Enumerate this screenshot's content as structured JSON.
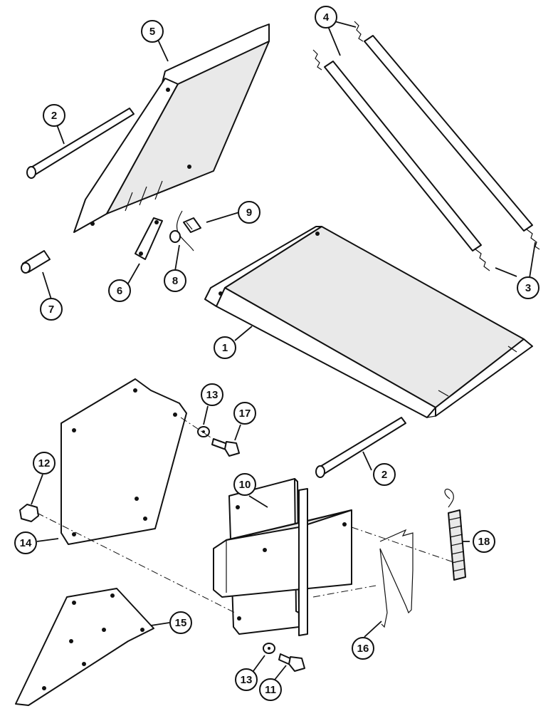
{
  "callouts": [
    {
      "id": "c1",
      "label": "1"
    },
    {
      "id": "c2a",
      "label": "2"
    },
    {
      "id": "c2b",
      "label": "2"
    },
    {
      "id": "c3",
      "label": "3"
    },
    {
      "id": "c4",
      "label": "4"
    },
    {
      "id": "c5",
      "label": "5"
    },
    {
      "id": "c6",
      "label": "6"
    },
    {
      "id": "c7",
      "label": "7"
    },
    {
      "id": "c8",
      "label": "8"
    },
    {
      "id": "c9",
      "label": "9"
    },
    {
      "id": "c10",
      "label": "10"
    },
    {
      "id": "c11",
      "label": "11"
    },
    {
      "id": "c12",
      "label": "12"
    },
    {
      "id": "c13a",
      "label": "13"
    },
    {
      "id": "c13b",
      "label": "13"
    },
    {
      "id": "c14",
      "label": "14"
    },
    {
      "id": "c15",
      "label": "15"
    },
    {
      "id": "c16",
      "label": "16"
    },
    {
      "id": "c17",
      "label": "17"
    },
    {
      "id": "c18",
      "label": "18"
    }
  ]
}
